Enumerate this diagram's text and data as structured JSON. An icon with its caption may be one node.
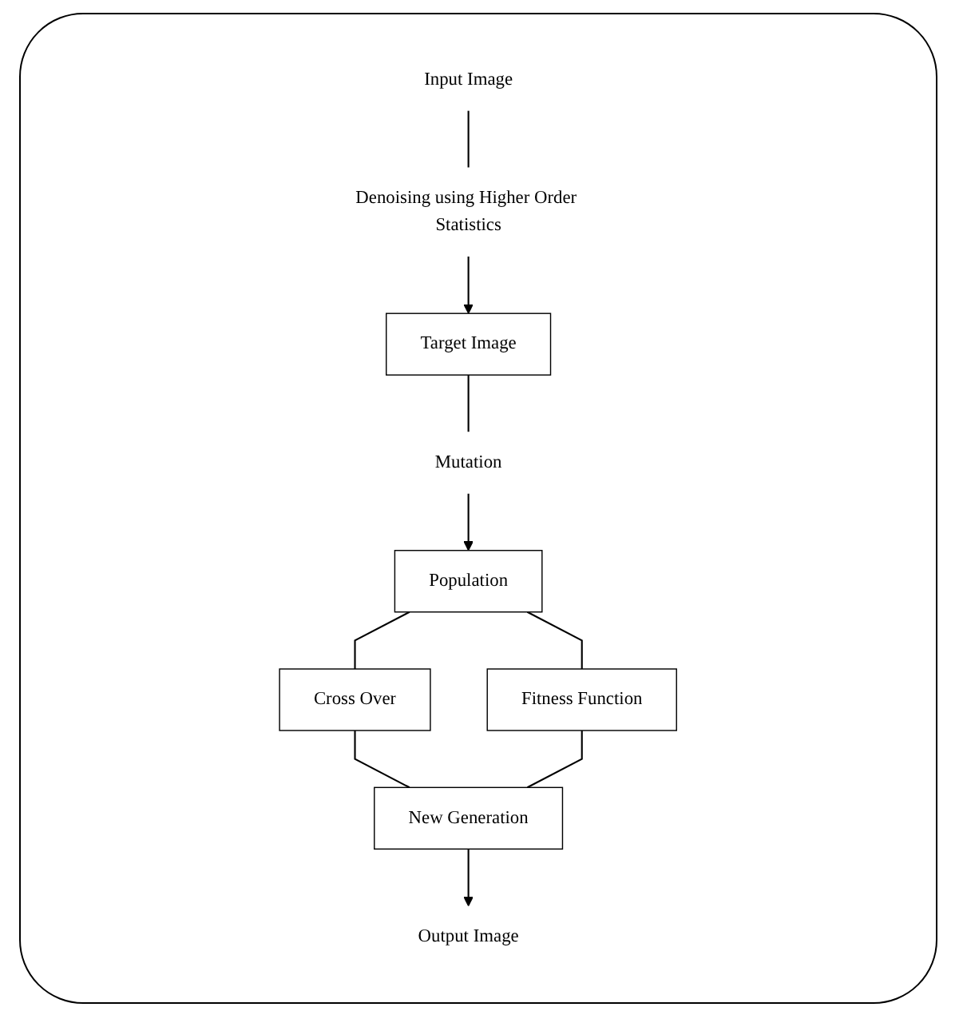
{
  "diagram": {
    "nodes": [
      {
        "text": [
          "Input Image"
        ]
      },
      {
        "text": [
          "Denoising using Higher Order Statistics"
        ]
      },
      {
        "text": [
          "Target Image"
        ]
      },
      {
        "text": [
          "Mutation"
        ]
      },
      {
        "text": [
          "Population"
        ]
      },
      {
        "text": [
          "Cross Over"
        ]
      },
      {
        "text": [
          "Fitness Function"
        ]
      },
      {
        "text": [
          "New Generation"
        ]
      },
      {
        "text": [
          "Output Image"
        ]
      }
    ],
    "edges": [
      {
        "from": 0,
        "to": 1,
        "arrow": "none"
      },
      {
        "from": 1,
        "to": 2,
        "arrow": "to"
      },
      {
        "from": 2,
        "to": 3,
        "arrow": "none"
      },
      {
        "from": 3,
        "to": 4,
        "arrow": "to"
      },
      {
        "from": 4,
        "to": 5,
        "arrow": "none"
      },
      {
        "from": 4,
        "to": 6,
        "arrow": "none"
      },
      {
        "from": 5,
        "to": 7,
        "arrow": "none"
      },
      {
        "from": 6,
        "to": 7,
        "arrow": "none"
      },
      {
        "from": 7,
        "to": 8,
        "arrow": "to"
      }
    ]
  }
}
